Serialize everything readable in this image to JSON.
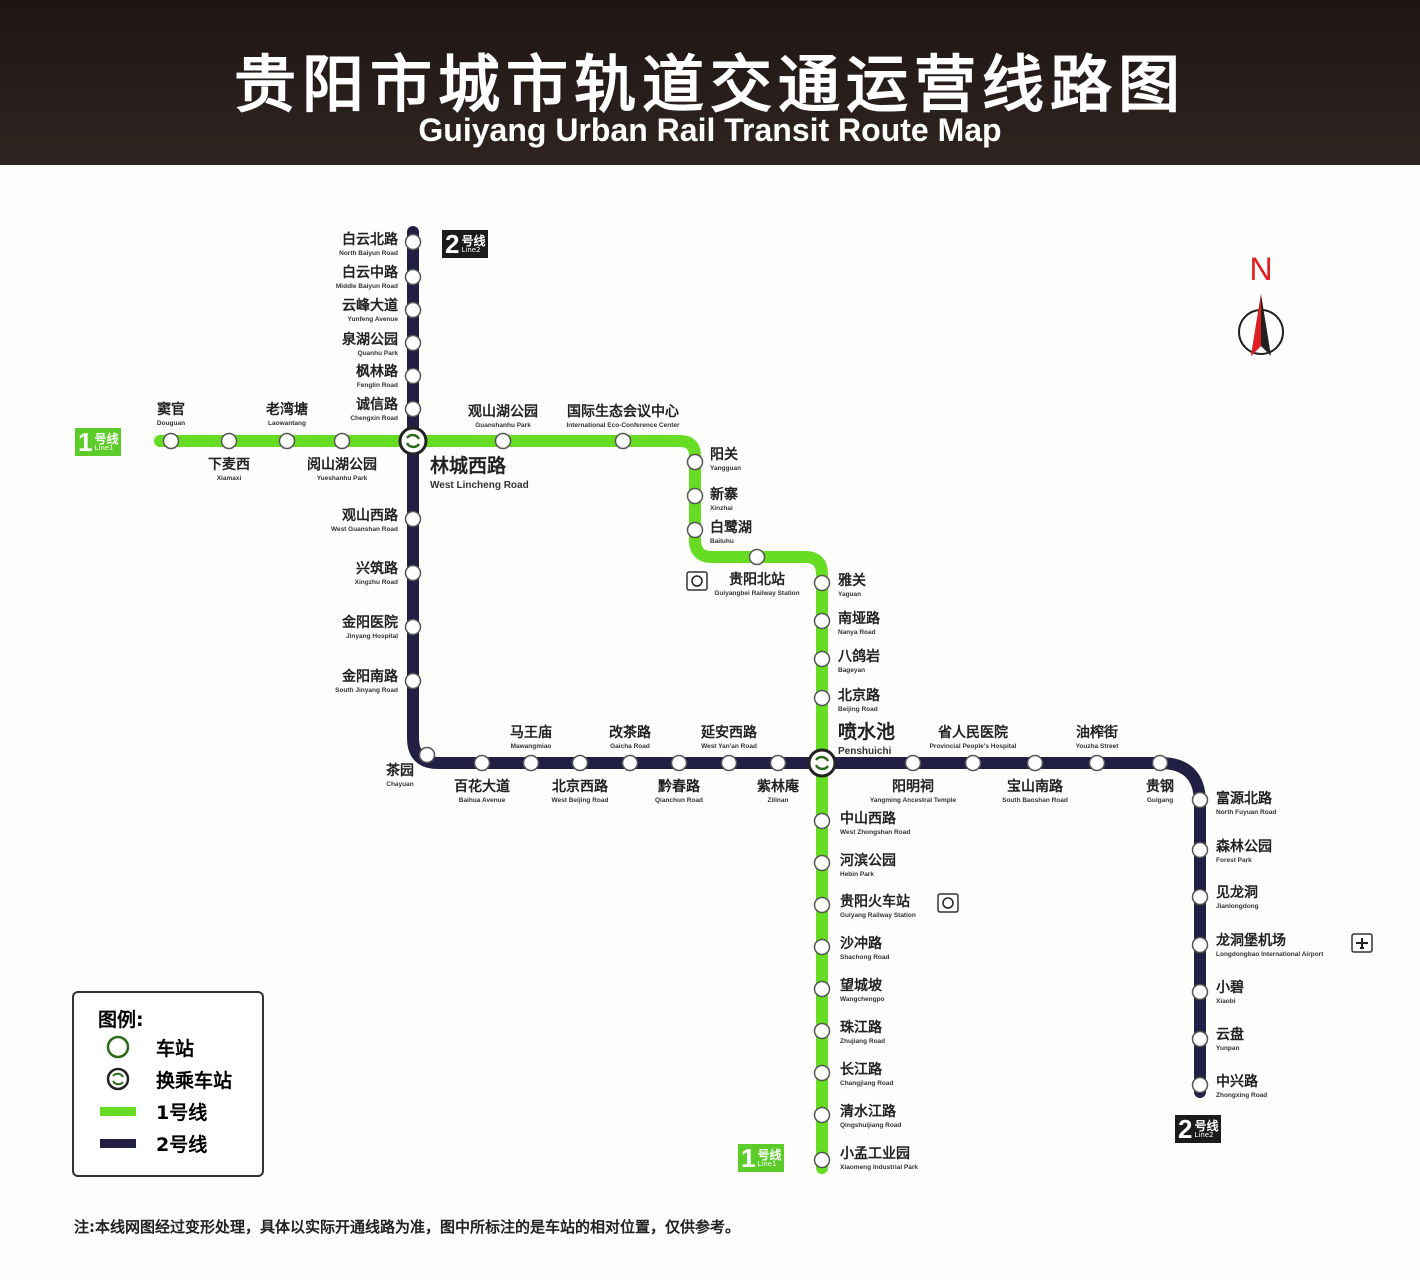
{
  "header": {
    "title_cn": "贵阳市城市轨道交通运营线路图",
    "title_en": "Guiyang Urban Rail Transit Route Map"
  },
  "colors": {
    "line1": "#66dd22",
    "line2": "#221f45",
    "header_bg": "#2b1f1c",
    "compass_red": "#e02020"
  },
  "compass": {
    "label": "N",
    "icon": "north-arrow-icon"
  },
  "badges": {
    "line1": {
      "num": "1",
      "cn": "号线",
      "en": "Line1"
    },
    "line2": {
      "num": "2",
      "cn": "号线",
      "en": "Line2"
    }
  },
  "line1": {
    "stations": [
      {
        "cn": "窦官",
        "en": "Douguan"
      },
      {
        "cn": "下麦西",
        "en": "Xiamaxi"
      },
      {
        "cn": "老湾塘",
        "en": "Laowantang"
      },
      {
        "cn": "阅山湖公园",
        "en": "Yueshanhu Park"
      },
      {
        "cn": "林城西路",
        "en": "West Lincheng Road",
        "interchange": true
      },
      {
        "cn": "观山湖公园",
        "en": "Guanshanhu Park"
      },
      {
        "cn": "国际生态会议中心",
        "en": "International Eco-Conference Center"
      },
      {
        "cn": "阳关",
        "en": "Yangguan"
      },
      {
        "cn": "新寨",
        "en": "Xinzhai"
      },
      {
        "cn": "白鹭湖",
        "en": "Bailuhu"
      },
      {
        "cn": "贵阳北站",
        "en": "Guiyangbei Railway Station",
        "icon": "railway-station-icon"
      },
      {
        "cn": "雅关",
        "en": "Yaguan"
      },
      {
        "cn": "南垭路",
        "en": "Nanya Road"
      },
      {
        "cn": "八鸽岩",
        "en": "Bageyan"
      },
      {
        "cn": "北京路",
        "en": "Beijing Road"
      },
      {
        "cn": "喷水池",
        "en": "Penshuichi",
        "interchange": true
      },
      {
        "cn": "中山西路",
        "en": "West Zhongshan Road"
      },
      {
        "cn": "河滨公园",
        "en": "Hebin Park"
      },
      {
        "cn": "贵阳火车站",
        "en": "Guiyang Railway Station",
        "icon": "railway-station-icon"
      },
      {
        "cn": "沙冲路",
        "en": "Shachong Road"
      },
      {
        "cn": "望城坡",
        "en": "Wangchengpo"
      },
      {
        "cn": "珠江路",
        "en": "Zhujiang Road"
      },
      {
        "cn": "长江路",
        "en": "Changjiang Road"
      },
      {
        "cn": "清水江路",
        "en": "Qingshuijiang Road"
      },
      {
        "cn": "小孟工业园",
        "en": "Xiaomeng Industrial Park"
      }
    ]
  },
  "line2": {
    "stations": [
      {
        "cn": "白云北路",
        "en": "North Baiyun Road"
      },
      {
        "cn": "白云中路",
        "en": "Middle Baiyun Road"
      },
      {
        "cn": "云峰大道",
        "en": "Yunfeng Avenue"
      },
      {
        "cn": "泉湖公园",
        "en": "Quanhu Park"
      },
      {
        "cn": "枫林路",
        "en": "Fenglin Road"
      },
      {
        "cn": "诚信路",
        "en": "Chengxin Road"
      },
      {
        "cn": "观山西路",
        "en": "West Guanshan Road"
      },
      {
        "cn": "兴筑路",
        "en": "Xingzhu Road"
      },
      {
        "cn": "金阳医院",
        "en": "Jinyang Hospital"
      },
      {
        "cn": "金阳南路",
        "en": "South Jinyang Road"
      },
      {
        "cn": "茶园",
        "en": "Chayuan"
      },
      {
        "cn": "百花大道",
        "en": "Baihua Avenue"
      },
      {
        "cn": "马王庙",
        "en": "Mawangmiao"
      },
      {
        "cn": "北京西路",
        "en": "West Beijing Road"
      },
      {
        "cn": "改茶路",
        "en": "Gaicha Road"
      },
      {
        "cn": "黔春路",
        "en": "Qianchun Road"
      },
      {
        "cn": "延安西路",
        "en": "West Yan'an Road"
      },
      {
        "cn": "紫林庵",
        "en": "Zilinan"
      },
      {
        "cn": "阳明祠",
        "en": "Yangming Ancestral Temple"
      },
      {
        "cn": "省人民医院",
        "en": "Provincial People's Hospital"
      },
      {
        "cn": "宝山南路",
        "en": "South Baoshan Road"
      },
      {
        "cn": "油榨街",
        "en": "Youzha Street"
      },
      {
        "cn": "贵钢",
        "en": "Guigang"
      },
      {
        "cn": "富源北路",
        "en": "North Fuyuan Road"
      },
      {
        "cn": "森林公园",
        "en": "Forest Park"
      },
      {
        "cn": "见龙洞",
        "en": "Jianlongdong"
      },
      {
        "cn": "龙洞堡机场",
        "en": "Longdongbao International Airport",
        "icon": "airport-icon"
      },
      {
        "cn": "小碧",
        "en": "Xiaobi"
      },
      {
        "cn": "云盘",
        "en": "Yunpan"
      },
      {
        "cn": "中兴路",
        "en": "Zhongxing Road"
      }
    ]
  },
  "legend": {
    "title": "图例:",
    "items": [
      {
        "label": "车站",
        "icon": "station-icon"
      },
      {
        "label": "换乘车站",
        "icon": "interchange-icon"
      },
      {
        "label": "1号线"
      },
      {
        "label": "2号线"
      }
    ]
  },
  "note": "注:本线网图经过变形处理，具体以实际开通线路为准，图中所标注的是车站的相对位置，仅供参考。"
}
